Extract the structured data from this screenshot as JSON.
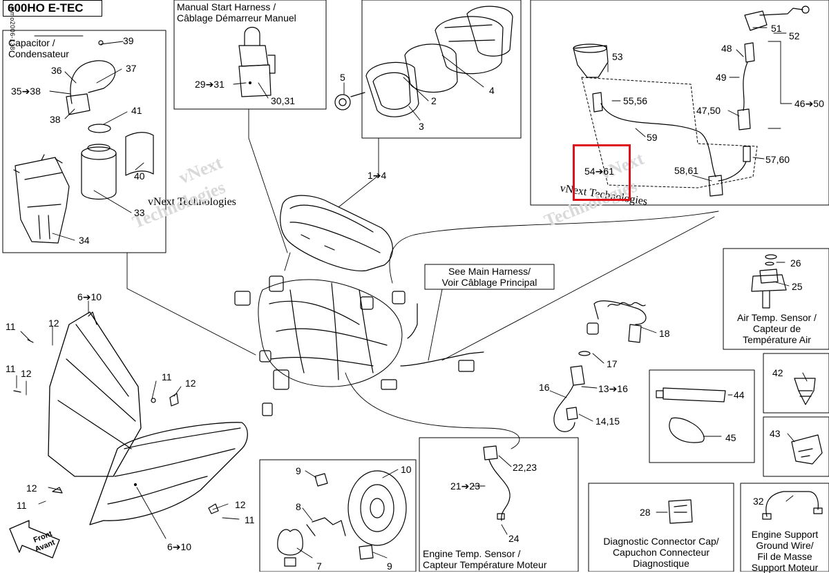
{
  "title": "600HO E-TEC",
  "side_code": "mmo2006-138",
  "watermark": {
    "line": "vNext Technologies",
    "word1": "vNext",
    "word2": "Technologies"
  },
  "highlight_color": "#e0101a",
  "boxes": {
    "capacitor": "Capacitor /\nCondensateur",
    "manual_start": "Manual Start Harness /\nCâblage Démarreur Manuel",
    "main_harness": "See Main Harness/\nVoir Câblage Principal",
    "air_temp": "Air Temp. Sensor /\nCapteur de\nTempérature Air",
    "diagnostic": "Diagnostic Connector Cap/\nCapuchon Connecteur\nDiagnostique",
    "engine_support": "Engine Support\nGround Wire/\nFil de Masse\nSupport Moteur",
    "engine_temp": "Engine Temp. Sensor /\nCapteur Température Moteur"
  },
  "front": [
    "Front",
    "Avant"
  ],
  "callouts": {
    "c39": "39",
    "c36": "36",
    "c37": "37",
    "c35_38": "35➔38",
    "c41": "41",
    "c38": "38",
    "c40": "40",
    "c33": "33",
    "c34": "34",
    "c29_31": "29➔31",
    "c30_31": "30,31",
    "c5": "5",
    "c2": "2",
    "c4": "4",
    "c3": "3",
    "c1_4": "1➔4",
    "c53": "53",
    "c55_56": "55,56",
    "c59": "59",
    "c54_61": "54➔61",
    "c58_61": "58,61",
    "c51": "51",
    "c52": "52",
    "c48": "48",
    "c49": "49",
    "c47_50": "47,50",
    "c46_50": "46➔50",
    "c57_60": "57,60",
    "c26": "26",
    "c25": "25",
    "c18": "18",
    "c17": "17",
    "c13_16": "13➔16",
    "c16": "16",
    "c14_15": "14,15",
    "c42": "42",
    "c44": "44",
    "c45": "45",
    "c43": "43",
    "c6_10_top": "6➔10",
    "c11_a": "11",
    "c12_a": "12",
    "c11_b": "11",
    "c12_b": "12",
    "c11_c": "11",
    "c12_c": "12",
    "c12_d": "12",
    "c11_d": "11",
    "c12_e": "12",
    "c11_e": "11",
    "c6_10_bot": "6➔10",
    "c9_a": "9",
    "c10": "10",
    "c8": "8",
    "c7": "7",
    "c9_b": "9",
    "c22_23": "22,23",
    "c21_23": "21➔23",
    "c24": "24",
    "c28": "28",
    "c32": "32"
  }
}
